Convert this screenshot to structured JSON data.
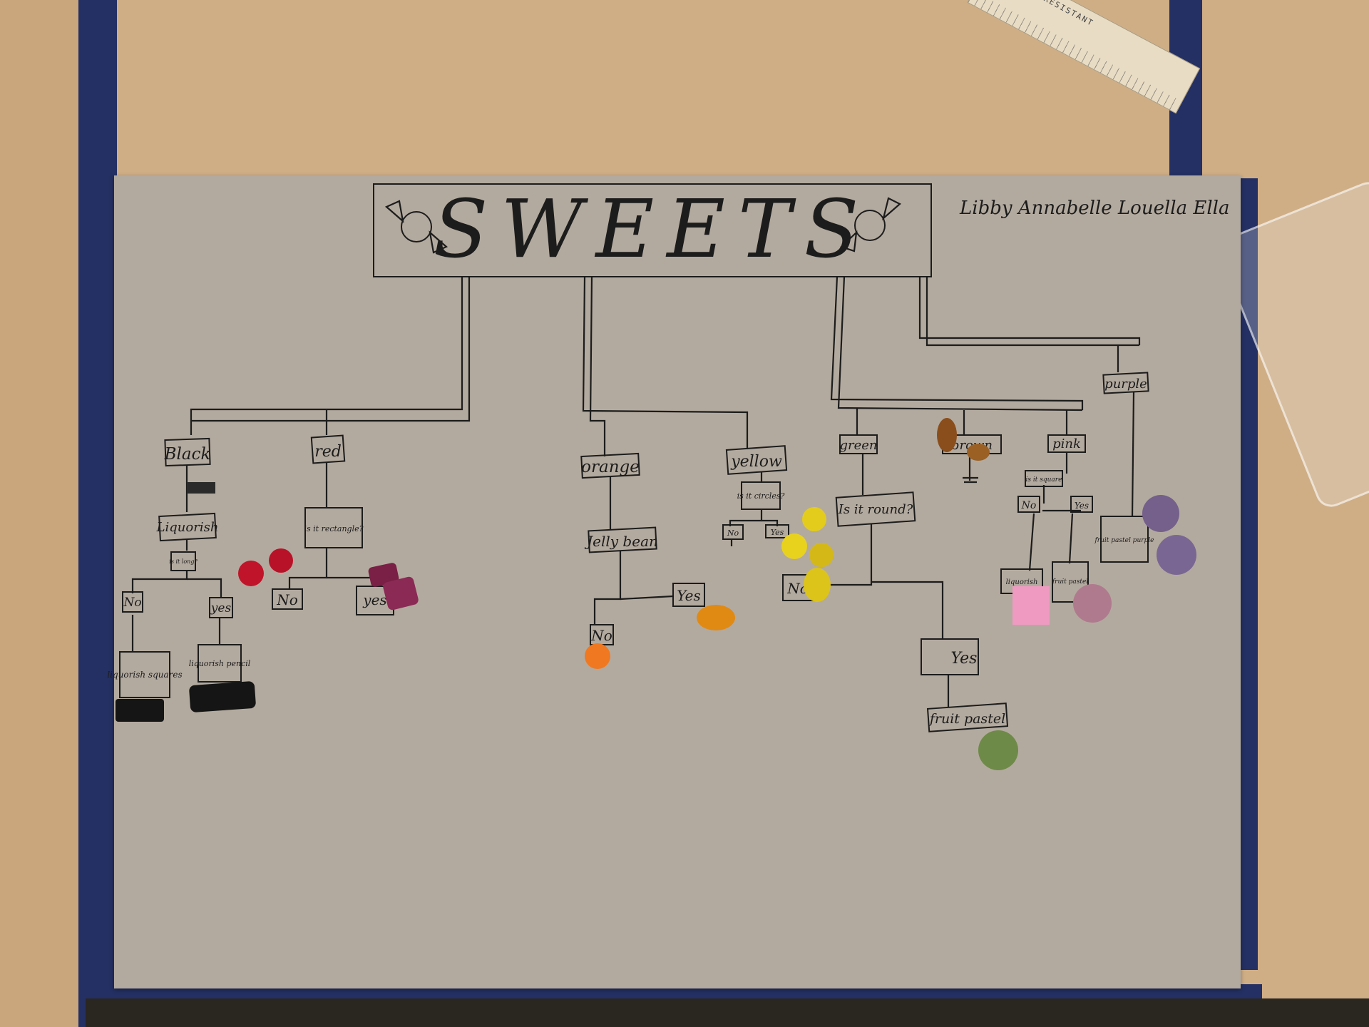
{
  "title": "SWEETS",
  "authors": "Libby Annabelle Louella Ella",
  "ruler_text": "WATER RESISTANT",
  "colours": {
    "paper": "#b3aa9f",
    "desk": "#cfae86",
    "tray": "#243063",
    "ink": "#1c1c1c"
  },
  "nodes": {
    "black": "Black",
    "red": "red",
    "orange": "orange",
    "yellow": "yellow",
    "green": "green",
    "brown": "brown",
    "pink": "pink",
    "purple": "purple",
    "liquorish": "Liquorish",
    "is_it_long": "is it long?",
    "no_black": "No",
    "yes_black": "yes",
    "liquorish_squares": "liquorish squares",
    "liquorish_pencil": "liquorish pencil",
    "is_it_rectangle": "is it rectangle?",
    "no_red": "No",
    "yes_red": "yes",
    "jelly_bean": "Jelly bean",
    "no_orange": "No",
    "yes_orange": "Yes",
    "is_it_circles": "is it circles?",
    "no_yellow": "No",
    "yes_yellow": "Yes",
    "no_yellow_big": "No",
    "is_it_round": "Is it round?",
    "yes_green": "Yes",
    "fruit_pastel": "fruit pastel",
    "is_it_square": "is it square",
    "no_pink": "No",
    "yes_pink": "Yes",
    "liquorish_pink": "liquorish",
    "fruit_pastel_pink": "fruit pastel",
    "fruit_pastel_purple": "fruit pastel purple"
  },
  "sweets": [
    {
      "name": "red round sweet",
      "colour": "#c0142a"
    },
    {
      "name": "red round sweet",
      "colour": "#c0142a"
    },
    {
      "name": "purple rectangle sweet",
      "colour": "#7a1f45"
    },
    {
      "name": "purple rectangle sweet",
      "colour": "#8a2a55"
    },
    {
      "name": "liquorish square",
      "colour": "#151515"
    },
    {
      "name": "liquorish pencil",
      "colour": "#151515"
    },
    {
      "name": "orange jelly bean",
      "colour": "#e08a14"
    },
    {
      "name": "orange sweet",
      "colour": "#f07820"
    },
    {
      "name": "yellow sweet",
      "colour": "#e3cc1c"
    },
    {
      "name": "yellow sweet",
      "colour": "#e8d21e"
    },
    {
      "name": "yellow sweet",
      "colour": "#d4b818"
    },
    {
      "name": "yellow sweet",
      "colour": "#dcc41a"
    },
    {
      "name": "brown jelly bean",
      "colour": "#8a4e1c"
    },
    {
      "name": "brown jelly bean",
      "colour": "#9a6024"
    },
    {
      "name": "green fruit pastel",
      "colour": "#6e8a48"
    },
    {
      "name": "pink square",
      "colour": "#ef9ac0"
    },
    {
      "name": "pink fruit pastel",
      "colour": "#b07a8e"
    },
    {
      "name": "purple fruit pastel",
      "colour": "#74608a"
    },
    {
      "name": "purple fruit pastel",
      "colour": "#7a6692"
    }
  ]
}
